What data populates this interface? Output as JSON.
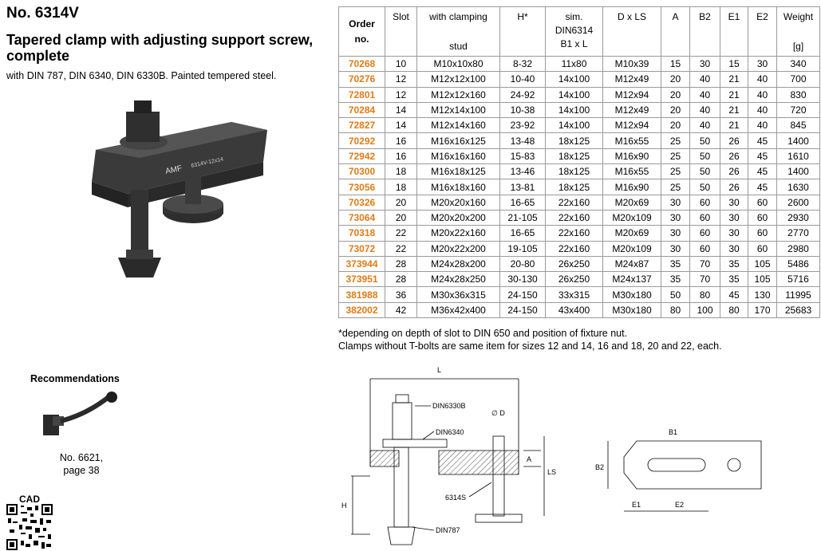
{
  "header": {
    "product_no": "No. 6314V",
    "title": "Tapered clamp with adjusting support screw, complete",
    "subtitle": "with DIN 787, DIN 6340, DIN 6330B. Painted tempered steel."
  },
  "photo": {
    "brand_mark": "AMF",
    "part_marking": "6314V-12x14"
  },
  "table": {
    "headers": {
      "order": [
        "Order",
        "no."
      ],
      "slot": "Slot",
      "stud": [
        "with clamping",
        "stud"
      ],
      "h": "H*",
      "sim": [
        "sim.",
        "DIN6314",
        "B1 x L"
      ],
      "dls": "D x LS",
      "a": "A",
      "b2": "B2",
      "e1": "E1",
      "e2": "E2",
      "weight": [
        "Weight",
        "[g]"
      ]
    },
    "rows": [
      [
        "70268",
        "10",
        "M10x10x80",
        "8-32",
        "11x80",
        "M10x39",
        "15",
        "30",
        "15",
        "30",
        "340"
      ],
      [
        "70276",
        "12",
        "M12x12x100",
        "10-40",
        "14x100",
        "M12x49",
        "20",
        "40",
        "21",
        "40",
        "700"
      ],
      [
        "72801",
        "12",
        "M12x12x160",
        "24-92",
        "14x100",
        "M12x94",
        "20",
        "40",
        "21",
        "40",
        "830"
      ],
      [
        "70284",
        "14",
        "M12x14x100",
        "10-38",
        "14x100",
        "M12x49",
        "20",
        "40",
        "21",
        "40",
        "720"
      ],
      [
        "72827",
        "14",
        "M12x14x160",
        "23-92",
        "14x100",
        "M12x94",
        "20",
        "40",
        "21",
        "40",
        "845"
      ],
      [
        "70292",
        "16",
        "M16x16x125",
        "13-48",
        "18x125",
        "M16x55",
        "25",
        "50",
        "26",
        "45",
        "1400"
      ],
      [
        "72942",
        "16",
        "M16x16x160",
        "15-83",
        "18x125",
        "M16x90",
        "25",
        "50",
        "26",
        "45",
        "1610"
      ],
      [
        "70300",
        "18",
        "M16x18x125",
        "13-46",
        "18x125",
        "M16x55",
        "25",
        "50",
        "26",
        "45",
        "1400"
      ],
      [
        "73056",
        "18",
        "M16x18x160",
        "13-81",
        "18x125",
        "M16x90",
        "25",
        "50",
        "26",
        "45",
        "1630"
      ],
      [
        "70326",
        "20",
        "M20x20x160",
        "16-65",
        "22x160",
        "M20x69",
        "30",
        "60",
        "30",
        "60",
        "2600"
      ],
      [
        "73064",
        "20",
        "M20x20x200",
        "21-105",
        "22x160",
        "M20x109",
        "30",
        "60",
        "30",
        "60",
        "2930"
      ],
      [
        "70318",
        "22",
        "M20x22x160",
        "16-65",
        "22x160",
        "M20x69",
        "30",
        "60",
        "30",
        "60",
        "2770"
      ],
      [
        "73072",
        "22",
        "M20x22x200",
        "19-105",
        "22x160",
        "M20x109",
        "30",
        "60",
        "30",
        "60",
        "2980"
      ],
      [
        "373944",
        "28",
        "M24x28x200",
        "20-80",
        "26x250",
        "M24x87",
        "35",
        "70",
        "35",
        "105",
        "5486"
      ],
      [
        "373951",
        "28",
        "M24x28x250",
        "30-130",
        "26x250",
        "M24x137",
        "35",
        "70",
        "35",
        "105",
        "5716"
      ],
      [
        "381988",
        "36",
        "M30x36x315",
        "24-150",
        "33x315",
        "M30x180",
        "50",
        "80",
        "45",
        "130",
        "11995"
      ],
      [
        "382002",
        "42",
        "M36x42x400",
        "24-150",
        "43x400",
        "M30x180",
        "80",
        "100",
        "80",
        "170",
        "25683"
      ]
    ]
  },
  "footnote": {
    "line1": "*depending on depth of slot to DIN 650 and position of fixture nut.",
    "line2": "Clamps without T-bolts are same item for sizes 12 and 14, 16 and 18, 20 and 22, each."
  },
  "recommendations": {
    "title": "Recommendations",
    "ref_line1": "No. 6621,",
    "ref_line2": "page 38"
  },
  "cad": {
    "label": "CAD"
  },
  "drawing": {
    "L": "L",
    "D": "∅ D",
    "A": "A",
    "LS": "LS",
    "H": "H",
    "B1": "B1",
    "B2": "B2",
    "E1": "E1",
    "E2": "E2",
    "din6330b": "DIN6330B",
    "din6340": "DIN6340",
    "p6314s": "6314S",
    "din787": "DIN787"
  },
  "colors": {
    "order_no": "#e07b16",
    "grid": "#9a9a9a",
    "part_dark": "#2b2b2b"
  }
}
